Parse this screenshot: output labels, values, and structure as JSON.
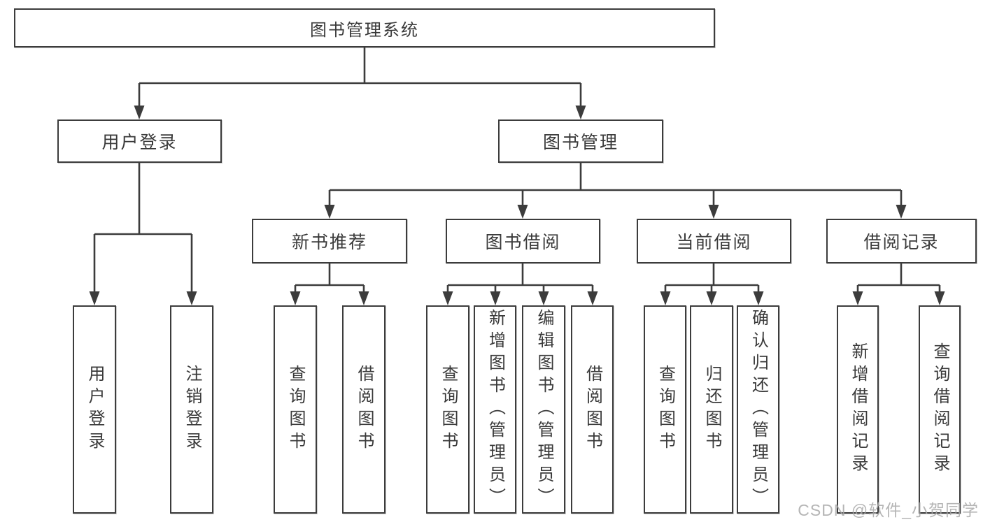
{
  "colors": {
    "line": "#3c3c3c",
    "text": "#3a3a3a",
    "background": "#ffffff",
    "watermark_gray": "#a9a9a9"
  },
  "tree": {
    "label": "图书管理系统",
    "children": [
      {
        "label": "用户登录",
        "children": [
          {
            "label": "用户登录"
          },
          {
            "label": "注销登录"
          }
        ]
      },
      {
        "label": "图书管理",
        "children": [
          {
            "label": "新书推荐",
            "children": [
              {
                "label": "查询图书"
              },
              {
                "label": "借阅图书"
              }
            ]
          },
          {
            "label": "图书借阅",
            "children": [
              {
                "label": "查询图书"
              },
              {
                "label": "新增图书（管理员）"
              },
              {
                "label": "编辑图书（管理员）"
              },
              {
                "label": "借阅图书"
              }
            ]
          },
          {
            "label": "当前借阅",
            "children": [
              {
                "label": "查询图书"
              },
              {
                "label": "归还图书"
              },
              {
                "label": "确认归还（管理员）"
              }
            ]
          },
          {
            "label": "借阅记录",
            "children": [
              {
                "label": "新增借阅记录"
              },
              {
                "label": "查询借阅记录"
              }
            ]
          }
        ]
      }
    ]
  },
  "watermark": "CSDN @软件_小贺同学"
}
